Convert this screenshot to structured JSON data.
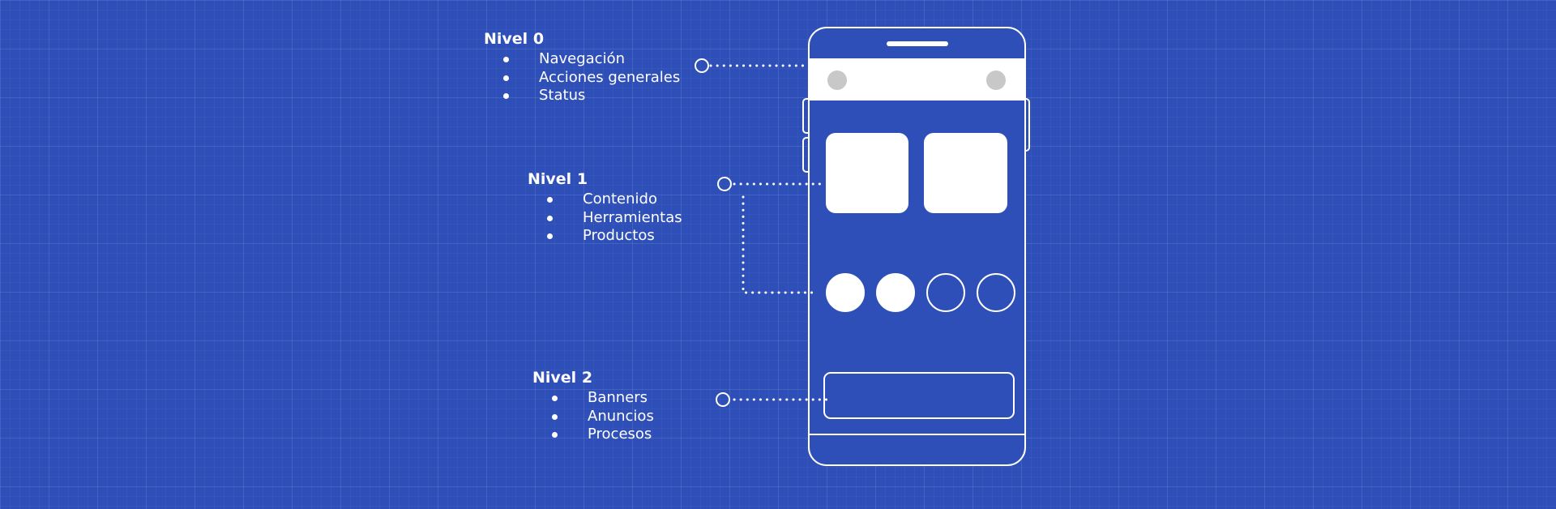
{
  "levels": [
    {
      "title": "Nivel 0",
      "items": [
        "Navegación",
        "Acciones generales",
        "Status"
      ]
    },
    {
      "title": "Nivel 1",
      "items": [
        "Contenido",
        "Herramientas",
        "Productos"
      ]
    },
    {
      "title": "Nivel 2",
      "items": [
        "Banners",
        "Anuncios",
        "Procesos"
      ]
    }
  ],
  "colors": {
    "background": "#2f4fb8",
    "foreground": "#ffffff",
    "placeholder": "#c8c8c8"
  },
  "page_indicator": {
    "total": 4,
    "active": 2
  }
}
